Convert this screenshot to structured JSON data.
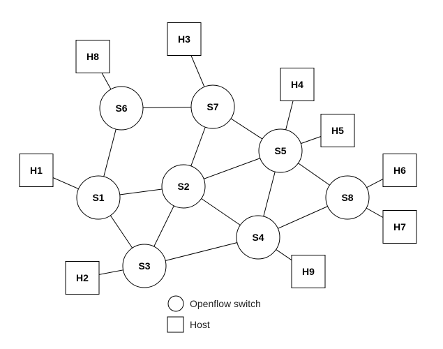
{
  "diagram": {
    "colors": {
      "stroke": "#000000",
      "fill": "#ffffff",
      "text": "#000000"
    },
    "switches": [
      {
        "id": "S1",
        "label": "S1"
      },
      {
        "id": "S2",
        "label": "S2"
      },
      {
        "id": "S3",
        "label": "S3"
      },
      {
        "id": "S4",
        "label": "S4"
      },
      {
        "id": "S5",
        "label": "S5"
      },
      {
        "id": "S6",
        "label": "S6"
      },
      {
        "id": "S7",
        "label": "S7"
      },
      {
        "id": "S8",
        "label": "S8"
      }
    ],
    "hosts": [
      {
        "id": "H1",
        "label": "H1"
      },
      {
        "id": "H2",
        "label": "H2"
      },
      {
        "id": "H3",
        "label": "H3"
      },
      {
        "id": "H4",
        "label": "H4"
      },
      {
        "id": "H5",
        "label": "H5"
      },
      {
        "id": "H6",
        "label": "H6"
      },
      {
        "id": "H7",
        "label": "H7"
      },
      {
        "id": "H8",
        "label": "H8"
      },
      {
        "id": "H9",
        "label": "H9"
      }
    ],
    "links": [
      [
        "S6",
        "S7"
      ],
      [
        "S6",
        "S1"
      ],
      [
        "S7",
        "S2"
      ],
      [
        "S7",
        "S5"
      ],
      [
        "S1",
        "S2"
      ],
      [
        "S1",
        "S3"
      ],
      [
        "S2",
        "S3"
      ],
      [
        "S2",
        "S5"
      ],
      [
        "S2",
        "S4"
      ],
      [
        "S3",
        "S4"
      ],
      [
        "S5",
        "S4"
      ],
      [
        "S5",
        "S8"
      ],
      [
        "S4",
        "S8"
      ],
      [
        "H8",
        "S6"
      ],
      [
        "H3",
        "S7"
      ],
      [
        "H4",
        "S5"
      ],
      [
        "H5",
        "S5"
      ],
      [
        "H1",
        "S1"
      ],
      [
        "H2",
        "S3"
      ],
      [
        "H6",
        "S8"
      ],
      [
        "H7",
        "S8"
      ],
      [
        "H9",
        "S4"
      ]
    ]
  },
  "legend": {
    "switch_label": "Openflow switch",
    "host_label": "Host"
  }
}
